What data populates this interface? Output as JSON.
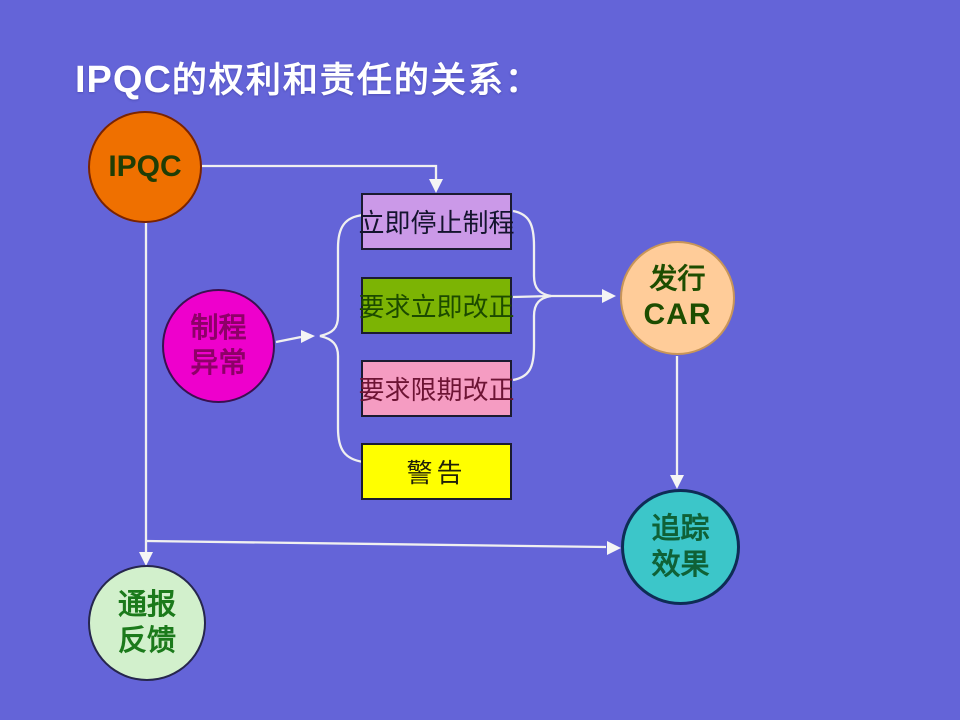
{
  "title": {
    "en": "IPQC",
    "zh": "的权利和责任的关系：",
    "color": "#ffffff"
  },
  "palette": {
    "background": "#6464d8",
    "connector_line": "#f0f0f0"
  },
  "nodes": {
    "ipqc": {
      "label": "IPQC",
      "fill": "#ef7000",
      "border": "#7a2300",
      "text_color": "#1f3d05"
    },
    "process_abnormal": {
      "line1": "制程",
      "line2": "异常",
      "fill": "#ee00cc",
      "border": "#3a1050",
      "text_color": "#8e0068"
    },
    "issue_car": {
      "line1": "发行",
      "line2": "CAR",
      "fill": "#ffcc99",
      "border": "#c89558",
      "text_color": "#1d4d00"
    },
    "track_effect": {
      "line1": "追踪",
      "line2": "效果",
      "fill": "#3cc6c9",
      "border": "#0e2c55",
      "text_color": "#0f6136"
    },
    "notify_feedback": {
      "line1": "通报",
      "line2": "反馈",
      "fill": "#d2f0cc",
      "border": "#26264d",
      "text_color": "#1b7a1b"
    },
    "actions": [
      {
        "label": "立即停止制程",
        "fill": "#cb99e8",
        "text_color": "#14142e"
      },
      {
        "label": "要求立即改正",
        "fill": "#7cb404",
        "text_color": "#1c4a00"
      },
      {
        "label": "要求限期改正",
        "fill": "#f59cc2",
        "text_color": "#6d1434"
      },
      {
        "label": "警告",
        "fill": "#ffff00",
        "text_color": "#1f1f08"
      }
    ]
  }
}
